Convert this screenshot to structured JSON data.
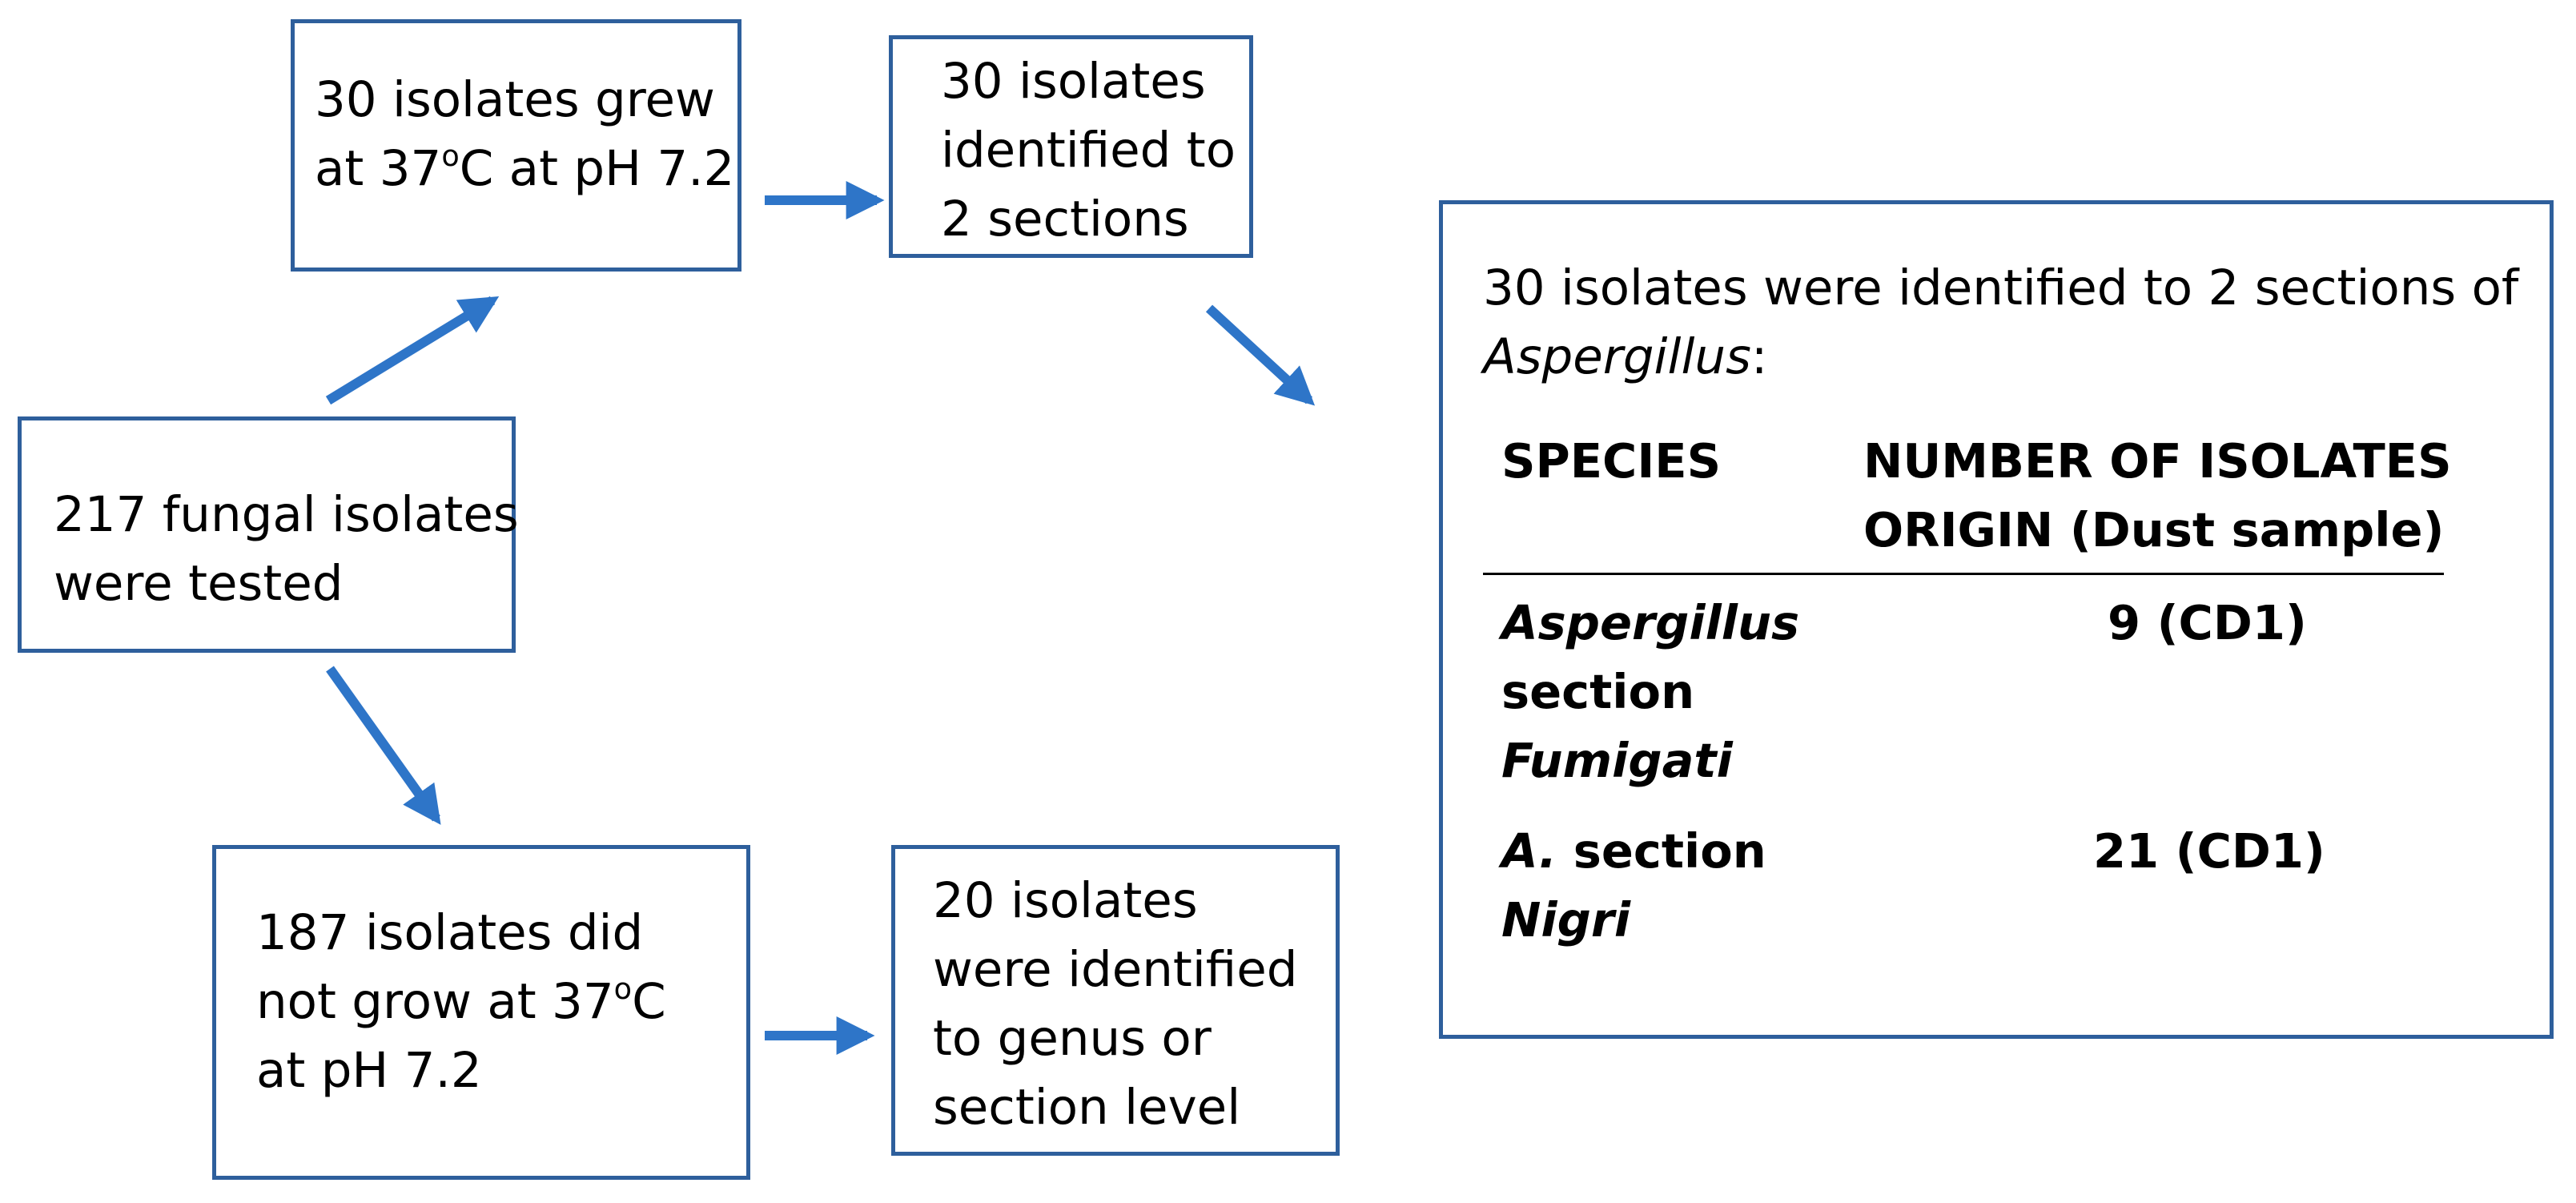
{
  "boxes": {
    "start": {
      "line1": "217 fungal isolates",
      "line2": "were tested"
    },
    "grew": {
      "line1": "30 isolates grew",
      "line2_pre": "at 37",
      "line2_sup": "o",
      "line2_post": "C at pH 7.2"
    },
    "identified_sections": {
      "line1": "30 isolates",
      "line2": "identified to",
      "line3": "2 sections"
    },
    "not_grew": {
      "line1": "187 isolates did",
      "line2_pre": "not grow at 37",
      "line2_sup": "o",
      "line2_post": "C",
      "line3": "at pH 7.2"
    },
    "genus_level": {
      "line1": "20 isolates",
      "line2": "were identified",
      "line3": "to genus or",
      "line4": "section level"
    }
  },
  "info_panel": {
    "intro_line1": "30 isolates were identified to 2 sections of",
    "intro_genus": "Aspergillus",
    "intro_colon": ":",
    "header_species": "SPECIES",
    "header_number_line1": "NUMBER OF ISOLATES",
    "header_number_line2": "ORIGIN  (Dust sample)",
    "rows": [
      {
        "species_line1": "Aspergillus",
        "species_line2": "section",
        "species_line3": "Fumigati",
        "value": "9  (CD1)"
      },
      {
        "species_line1_bold_italic": "A.",
        "species_line1_rest": " section",
        "species_line2": "Nigri",
        "value": "21  (CD1)"
      }
    ]
  },
  "colors": {
    "box_border": "#2e5f9c",
    "arrow": "#2e75c8",
    "text": "#000000"
  }
}
